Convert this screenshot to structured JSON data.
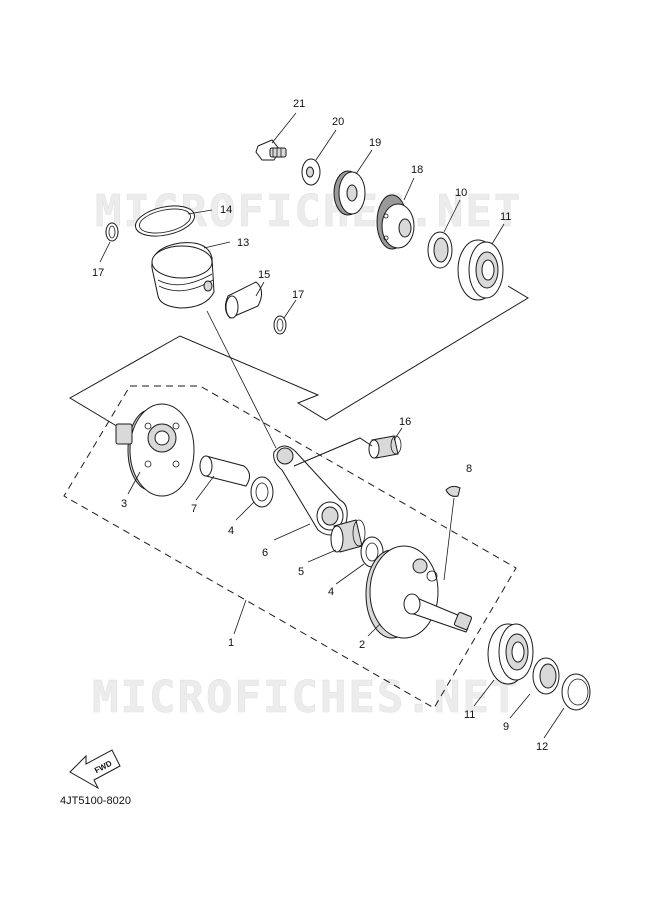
{
  "watermark": "MICROFICHES.NET",
  "fwd_label": "FWD",
  "document_code": "4JT5100-8020",
  "callouts": [
    {
      "id": "p21",
      "label": "21"
    },
    {
      "id": "p20",
      "label": "20"
    },
    {
      "id": "p19",
      "label": "19"
    },
    {
      "id": "p18",
      "label": "18"
    },
    {
      "id": "p10",
      "label": "10"
    },
    {
      "id": "p11a",
      "label": "11"
    },
    {
      "id": "p14",
      "label": "14"
    },
    {
      "id": "p13",
      "label": "13"
    },
    {
      "id": "p17a",
      "label": "17"
    },
    {
      "id": "p15",
      "label": "15"
    },
    {
      "id": "p17b",
      "label": "17"
    },
    {
      "id": "p16",
      "label": "16"
    },
    {
      "id": "p8",
      "label": "8"
    },
    {
      "id": "p3",
      "label": "3"
    },
    {
      "id": "p7",
      "label": "7"
    },
    {
      "id": "p4a",
      "label": "4"
    },
    {
      "id": "p6",
      "label": "6"
    },
    {
      "id": "p5",
      "label": "5"
    },
    {
      "id": "p4b",
      "label": "4"
    },
    {
      "id": "p1",
      "label": "1"
    },
    {
      "id": "p2",
      "label": "2"
    },
    {
      "id": "p11b",
      "label": "11"
    },
    {
      "id": "p9",
      "label": "9"
    },
    {
      "id": "p12",
      "label": "12"
    }
  ]
}
